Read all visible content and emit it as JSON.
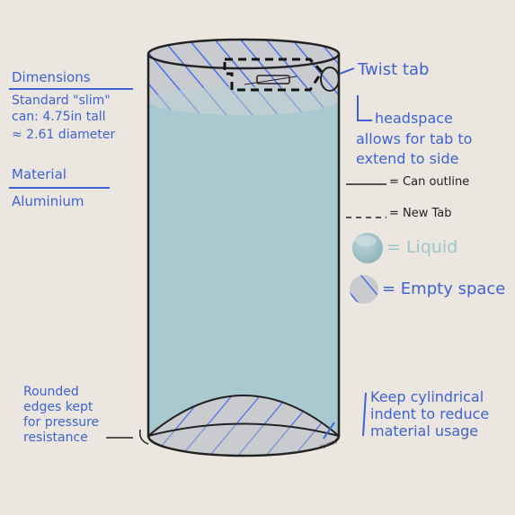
{
  "labels": {
    "dimensions_title": "Dimensions",
    "dimensions_lines": [
      "Standard \"slim\"",
      "can: 4.75in tall",
      "≈ 2.61 diameter"
    ],
    "material_title": "Material",
    "material_value": "Aluminium",
    "twist_tab": "Twist tab",
    "headspace_lines": [
      "headspace",
      "allows for tab to",
      "extend to side"
    ],
    "rounded_lines": [
      "Rounded",
      "edges kept",
      "for pressure",
      "resistance"
    ],
    "indent_lines": [
      "Keep cylindrical",
      "indent to reduce",
      "material usage"
    ],
    "signature": "NJ 2020"
  },
  "legend": [
    {
      "key": "can-outline",
      "label": "= Can outline"
    },
    {
      "key": "new-tab",
      "label": "= New Tab"
    },
    {
      "key": "liquid",
      "label": "= Liquid"
    },
    {
      "key": "empty-space",
      "label": "= Empty space"
    }
  ],
  "colors": {
    "background": "#ebe6df",
    "annotation_blue": "#3f63d6",
    "liquid": "#a9c9d0",
    "empty_space_fill": "#c9cbcf",
    "hatch": "#4a6fe8",
    "outline": "#222222"
  }
}
